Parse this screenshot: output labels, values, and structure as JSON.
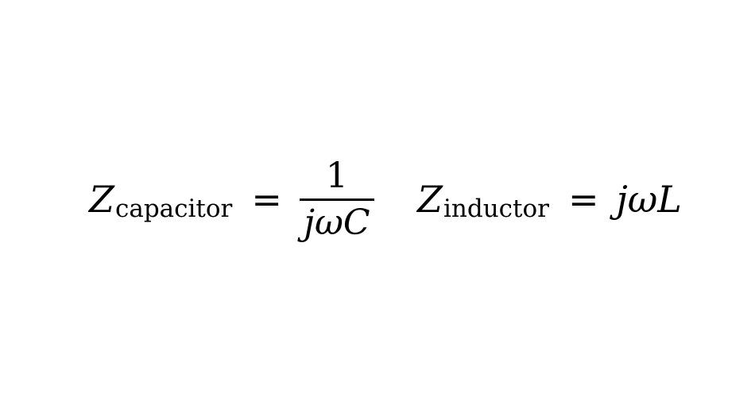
{
  "equations": {
    "capacitor": {
      "lhs_symbol": "Z",
      "lhs_subscript": "capacitor",
      "equals": "=",
      "numerator": "1",
      "denominator": "jωC"
    },
    "inductor": {
      "lhs_symbol": "Z",
      "lhs_subscript": "inductor",
      "equals": "=",
      "rhs": "jωL"
    }
  }
}
